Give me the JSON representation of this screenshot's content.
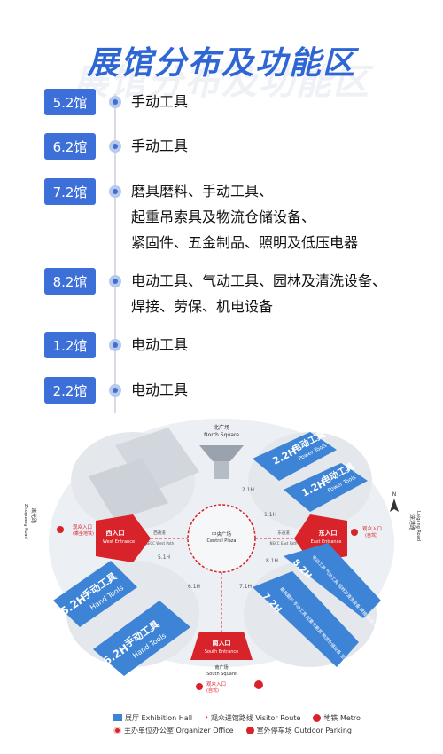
{
  "title": "展馆分布及功能区",
  "halls": [
    {
      "badge": "5.2馆",
      "lines": [
        "手动工具"
      ]
    },
    {
      "badge": "6.2馆",
      "lines": [
        "手动工具"
      ]
    },
    {
      "badge": "7.2馆",
      "lines": [
        "磨具磨料、手动工具、",
        "起重吊索具及物流仓储设备、",
        "紧固件、五金制品、照明及低压电器"
      ]
    },
    {
      "badge": "8.2馆",
      "lines": [
        "电动工具、气动工具、园林及清洗设备、",
        "焊接、劳保、机电设备"
      ]
    },
    {
      "badge": "1.2馆",
      "lines": [
        "电动工具"
      ]
    },
    {
      "badge": "2.2馆",
      "lines": [
        "电动工具"
      ]
    }
  ],
  "map": {
    "north_square_cn": "北广场",
    "north_square_en": "North Square",
    "south_square_cn": "南广场",
    "south_square_en": "South Square",
    "central_plaza_cn": "中央广场",
    "central_plaza_en": "Central Plaza",
    "west_path_cn": "西通道",
    "west_path_en": "NECC West Path",
    "east_path_cn": "东通道",
    "east_path_en": "NECC East Path",
    "west_entrance_cn": "西入口",
    "west_entrance_en": "West Entrance",
    "east_entrance_cn": "东入口",
    "east_entrance_en": "East Entrance",
    "south_entrance_cn": "南入口",
    "south_entrance_en": "South Entrance",
    "west_parking_cn": "观众入口",
    "west_parking_sub": "(乘坐地铁)",
    "east_parking_cn": "观众入口",
    "east_parking_sub": "(自驾)",
    "south_parking_cn": "观众入口",
    "south_parking_sub": "(自驾)",
    "west_road_cn": "诸光路",
    "west_road_en": "Zhuguang Road",
    "east_road_cn": "涞港路",
    "east_road_en": "Laigang Road",
    "north_label": "N",
    "hall_2h_num": "2.2H",
    "hall_2h_cn": "电动工具",
    "hall_2h_en": "Power Tools",
    "hall_1h_num": "1.2H",
    "hall_1h_cn": "电动工具",
    "hall_1h_en": "Power Tools",
    "hall_5h_num": "5.2H",
    "hall_5h_cn": "手动工具",
    "hall_5h_en": "Hand Tools",
    "hall_6h_num": "6.2H",
    "hall_6h_cn": "手动工具",
    "hall_6h_en": "Hand Tools",
    "hall_8h_num": "8.2H",
    "hall_8h_text": "电动工具 气动工具 园林及清洗设备 焊接 劳保 机电设备",
    "hall_7h_num": "7.2H",
    "hall_7h_text": "磨具磨料 手动工具 起重吊索具 物流仓储设备 紧固件 五金制品 照明及低压电器",
    "small_21": "2.1H",
    "small_11": "1.1H",
    "small_51": "5.1H",
    "small_61": "6.1H",
    "small_71": "7.1H",
    "small_81": "8.1H"
  },
  "legend": {
    "hall": "展厅 Exhibition Hall",
    "route": "观众进馆路线 Visitor Route",
    "metro": "地铁 Metro",
    "office": "主办单位办公室 Organizer Office",
    "parking": "室外停车场 Outdoor Parking"
  },
  "colors": {
    "accent": "#2f66d6",
    "badge": "#3d6fd9",
    "hall_blue": "#3d83d6",
    "entrance_red": "#d8232a"
  }
}
